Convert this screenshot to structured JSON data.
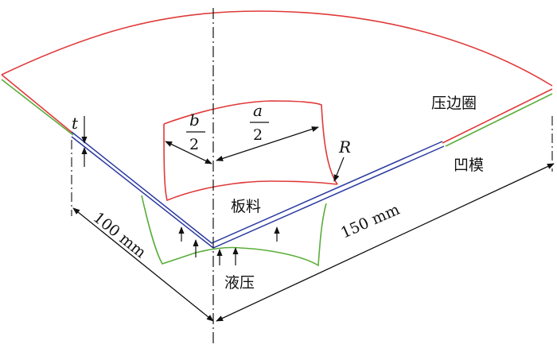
{
  "labels": {
    "blank_holder": "压边圈",
    "die": "凹模",
    "sheet": "板料",
    "hydraulic": "液压",
    "radius": "R",
    "thickness": "t",
    "half_b_num": "b",
    "half_b_den": "2",
    "half_a_num": "a",
    "half_a_den": "2",
    "dim_100": "100 mm",
    "dim_150": "150 mm"
  },
  "colors": {
    "blank_holder": "#e03a3a",
    "die": "#5aae3a",
    "sheet": "#2a3aa0",
    "line": "#111111"
  }
}
